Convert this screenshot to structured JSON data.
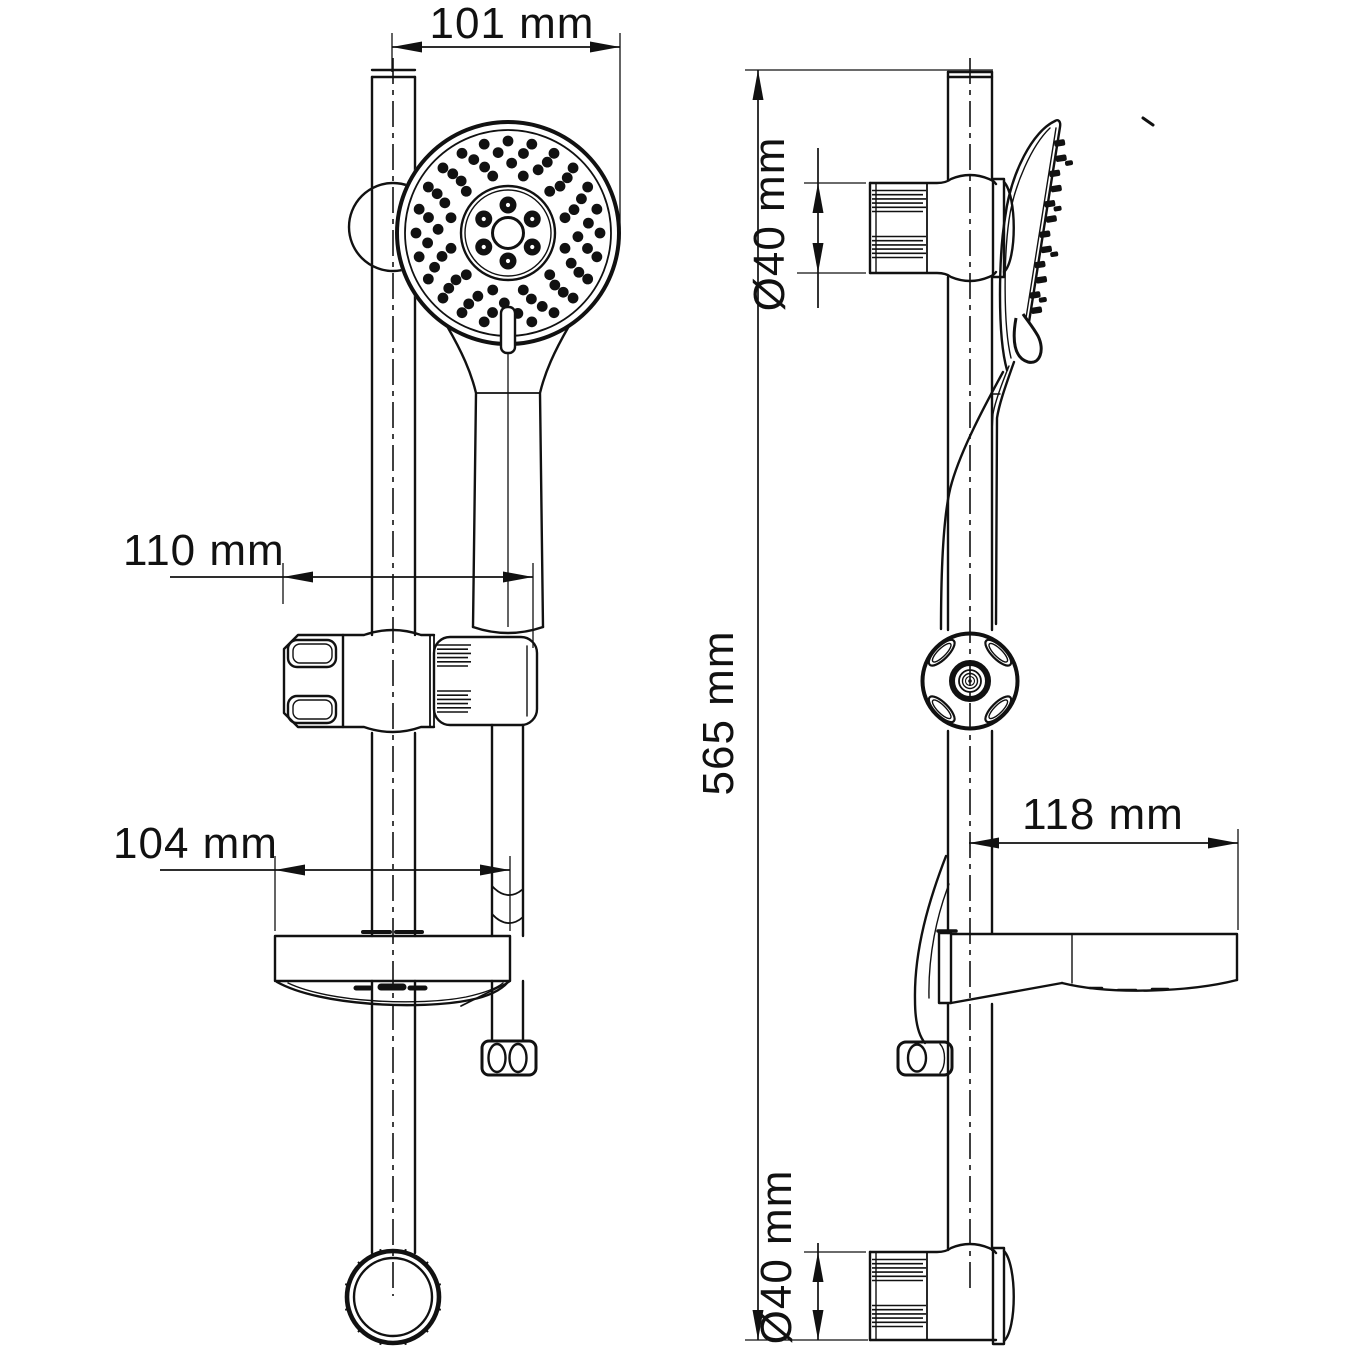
{
  "drawing": {
    "colors": {
      "line": "#111111",
      "background": "#ffffff"
    },
    "dimensions": {
      "head_width": "101 mm",
      "holder_offset": "110 mm",
      "soap_dish_width": "104 mm",
      "bar_length": "565 mm",
      "top_bracket_diameter": "Ø40 mm",
      "soap_dish_depth": "118 mm",
      "bottom_bracket_diameter": "Ø40 mm"
    }
  }
}
